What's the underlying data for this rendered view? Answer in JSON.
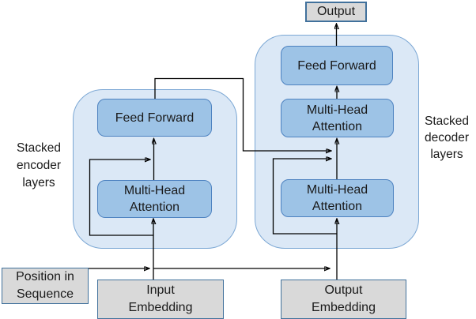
{
  "diagram": {
    "title_hint": "Transformer encoder-decoder architecture",
    "output_box": {
      "label": "Output"
    },
    "encoder": {
      "stack_label": "Stacked\nencoder\nlayers",
      "feed_forward_label": "Feed Forward",
      "attention_label": "Multi-Head\nAttention"
    },
    "decoder": {
      "stack_label": "Stacked\ndecoder\nlayers",
      "feed_forward_label": "Feed Forward",
      "attention_top_label": "Multi-Head\nAttention",
      "attention_bottom_label": "Multi-Head\nAttention"
    },
    "inputs": {
      "position_label": "Position in\nSequence",
      "input_embedding_label": "Input\nEmbedding",
      "output_embedding_label": "Output\nEmbedding"
    }
  },
  "colors": {
    "container_fill": "#dbe8f6",
    "container_border": "#7ba7d4",
    "inner_fill": "#9dc3e6",
    "inner_border": "#4d82c0",
    "gray_fill": "#d9d9d9",
    "gray_border": "#41719c",
    "line_color": "#000000"
  }
}
